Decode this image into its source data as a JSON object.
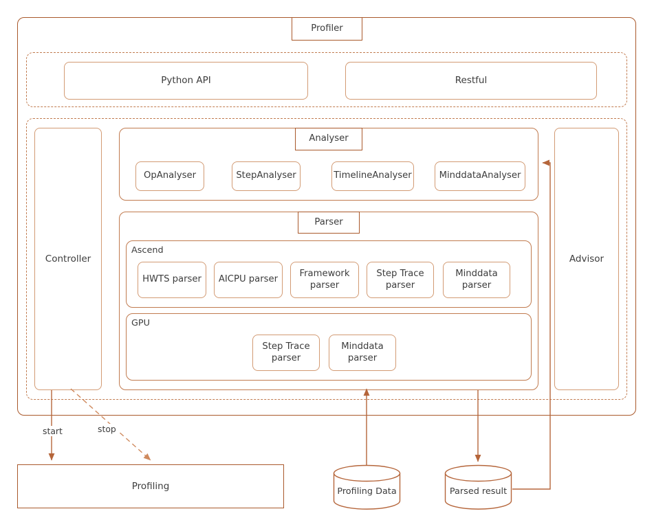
{
  "diagram": {
    "title": "Profiler",
    "root_tab_label": "Profiler",
    "colors": {
      "frame_outer": "#a9582a",
      "dashed": "#c07a4e",
      "container": "#c07a4e",
      "leaf": "#d29a73",
      "connector": "#b5653a",
      "text": "#3c3c3c",
      "background": "#ffffff"
    },
    "interface_layer": {
      "items": [
        {
          "label": "Python API"
        },
        {
          "label": "Restful"
        }
      ]
    },
    "core_layer": {
      "controller": {
        "label": "Controller"
      },
      "advisor": {
        "label": "Advisor"
      },
      "analyser": {
        "tab_label": "Analyser",
        "items": [
          {
            "label": "OpAnalyser"
          },
          {
            "label": "StepAnalyser"
          },
          {
            "label": "TimelineAnalyser"
          },
          {
            "label": "MinddataAnalyser"
          }
        ]
      },
      "parser": {
        "tab_label": "Parser",
        "groups": [
          {
            "label": "Ascend",
            "items": [
              {
                "label": "HWTS parser"
              },
              {
                "label": "AICPU parser"
              },
              {
                "label": "Framework\nparser"
              },
              {
                "label": "Step Trace\nparser"
              },
              {
                "label": "Minddata\nparser"
              }
            ]
          },
          {
            "label": "GPU",
            "items": [
              {
                "label": "Step Trace\nparser"
              },
              {
                "label": "Minddata\nparser"
              }
            ]
          }
        ]
      }
    },
    "external": {
      "profiling": {
        "label": "Profiling"
      },
      "profiling_data": {
        "label": "Profiling Data"
      },
      "parsed_result": {
        "label": "Parsed result"
      }
    },
    "connectors": [
      {
        "name": "start",
        "label": "start",
        "style": "solid",
        "from": "Controller",
        "to": "Profiling"
      },
      {
        "name": "stop",
        "label": "stop",
        "style": "dashed",
        "from": "Controller",
        "to": "Profiling"
      },
      {
        "name": "profiling-data-to-parser",
        "label": "",
        "style": "solid",
        "from": "Profiling Data",
        "to": "Parser"
      },
      {
        "name": "parser-to-parsed-result",
        "label": "",
        "style": "solid",
        "from": "Parser",
        "to": "Parsed result"
      },
      {
        "name": "parsed-result-to-analyser",
        "label": "",
        "style": "solid",
        "from": "Parsed result",
        "to": "Analyser"
      }
    ]
  }
}
